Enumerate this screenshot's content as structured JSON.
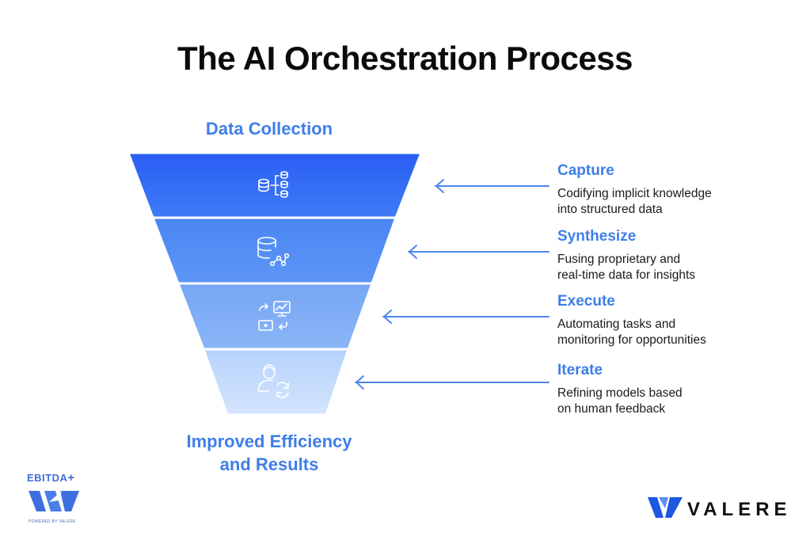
{
  "title": "The AI Orchestration Process",
  "funnel": {
    "top_label": "Data Collection",
    "bottom_label_line1": "Improved Efficiency",
    "bottom_label_line2": "and Results",
    "layer_colors": [
      [
        "#2a5ef3",
        "#3f7bf7"
      ],
      [
        "#4a86f3",
        "#5e96f6"
      ],
      [
        "#76a6f4",
        "#8ab5f7"
      ],
      [
        "#b6d2fb",
        "#d4e5fd"
      ]
    ],
    "icons": [
      "database-flow-icon",
      "database-network-icon",
      "automation-monitor-icon",
      "user-cycle-icon"
    ]
  },
  "steps": [
    {
      "title": "Capture",
      "line1": "Codifying implicit knowledge",
      "line2": "into structured data"
    },
    {
      "title": "Synthesize",
      "line1": "Fusing proprietary and",
      "line2": "real-time data for insights"
    },
    {
      "title": "Execute",
      "line1": "Automating tasks and",
      "line2": "monitoring for opportunities"
    },
    {
      "title": "Iterate",
      "line1": "Refining models based",
      "line2": "on human feedback"
    }
  ],
  "colors": {
    "accent": "#3f7ee8",
    "arrow": "#4d86ee"
  },
  "logos": {
    "ebitda": "EBITDA",
    "ebitda_plus": "+",
    "ebitda_powered": "POWERED BY VALERE",
    "valere": "VALERE"
  }
}
